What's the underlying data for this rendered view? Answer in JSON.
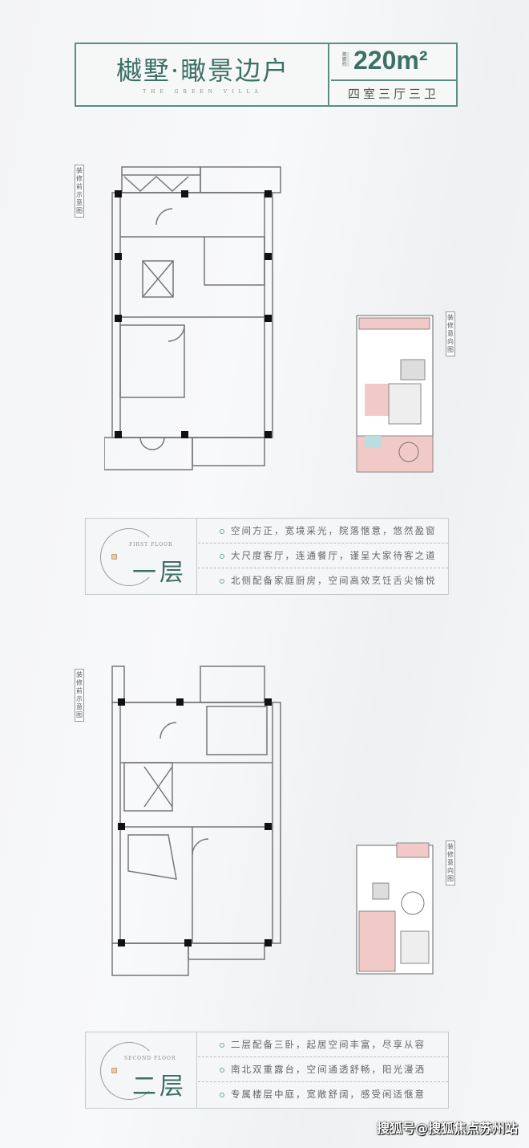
{
  "header": {
    "title": "樾墅·瞰景边户",
    "subtitle": "THE GREEN VILLA",
    "area_label": "建面约",
    "area": "220m²",
    "rooms": "四室三厅三卫"
  },
  "labels": {
    "before": "装修前示意图",
    "after": "装修意向图"
  },
  "floors": [
    {
      "en": "FIRST FLOOR",
      "cn": "一层",
      "bullets": [
        "空间方正，宽境采光，院落惬意，悠然盈窗",
        "大尺度客厅，连通餐厅，谨呈大家待客之道",
        "北侧配备家庭厨房，空间高效烹饪舌尖愉悦"
      ]
    },
    {
      "en": "SECOND FLOOR",
      "cn": "二层",
      "bullets": [
        "二层配备三卧，起居空间丰富，尽享从容",
        "南北双重露台，空间通透舒畅，阳光漫洒",
        "专属楼层中庭，宽敞舒阔，感受闲适惬意"
      ]
    }
  ],
  "watermark": "搜狐号@搜狐焦点苏州站"
}
